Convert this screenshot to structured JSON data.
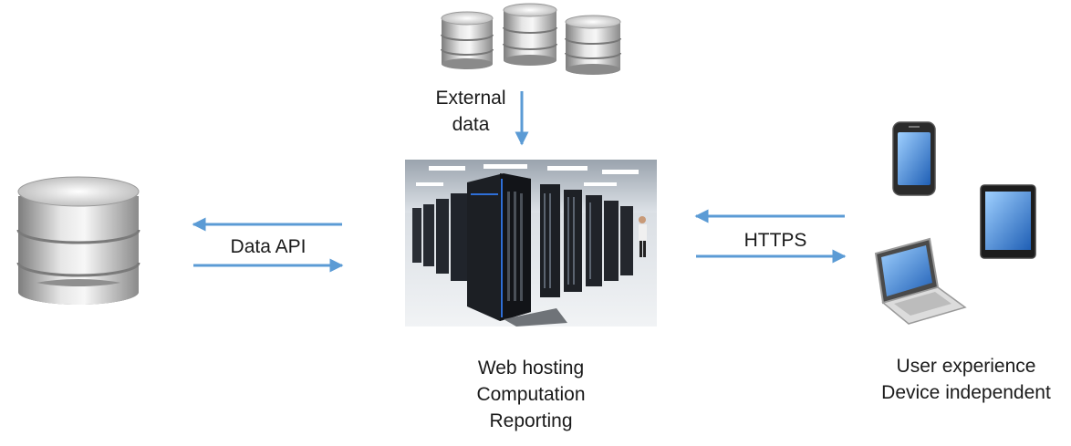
{
  "external_data": {
    "line1": "External",
    "line2": "data"
  },
  "api": {
    "label": "Data API"
  },
  "https": {
    "label": "HTTPS"
  },
  "server": {
    "line1": "Web hosting",
    "line2": "Computation",
    "line3": "Reporting"
  },
  "client": {
    "line1": "User experience",
    "line2": "Device independent"
  },
  "colors": {
    "arrow": "#5b9bd5",
    "db_light": "#f2f2f2",
    "db_dark": "#8c8c8c",
    "rack": "#1c1f24",
    "accent": "#2e6fd8"
  },
  "icons": [
    "database-icon",
    "database-icon",
    "database-icon",
    "database-icon",
    "datacenter-image",
    "smartphone-icon",
    "tablet-icon",
    "laptop-icon"
  ]
}
